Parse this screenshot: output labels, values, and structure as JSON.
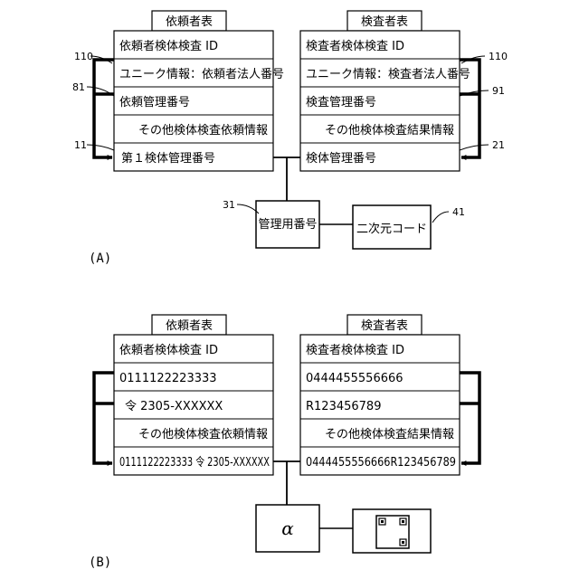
{
  "panel_a": {
    "label": "(A)",
    "requester_table": {
      "tab": "依頼者表",
      "rows": [
        "依頼者検体検査 ID",
        "ユニーク情報：依頼者法人番号",
        "依頼管理番号",
        "その他検体検査依頼情報",
        "第１検体管理番号"
      ]
    },
    "inspector_table": {
      "tab": "検査者表",
      "rows": [
        "検査者検体検査 ID",
        "ユニーク情報：検査者法人番号",
        "検査管理番号",
        "その他検体検査結果情報",
        "検体管理番号"
      ]
    },
    "management_number_box": "管理用番号",
    "code_box": "二次元コード",
    "refs": {
      "left_110": "110",
      "left_81": "81",
      "left_11": "11",
      "right_110": "110",
      "right_91": "91",
      "right_21": "21",
      "box_31": "31",
      "box_41": "41"
    }
  },
  "panel_b": {
    "label": "(B)",
    "requester_table": {
      "tab": "依頼者表",
      "rows": [
        "依頼者検体検査 ID",
        "0111122223333",
        "令 2305-XXXXXX",
        "その他検体検査依頼情報",
        "0111122223333 令 2305-XXXXXX"
      ]
    },
    "inspector_table": {
      "tab": "検査者表",
      "rows": [
        "検査者検体検査 ID",
        "0444455556666",
        "R123456789",
        "その他検体検査結果情報",
        "0444455556666R123456789"
      ]
    },
    "alpha_box": "α",
    "qr_icon": "qr-code-icon"
  }
}
